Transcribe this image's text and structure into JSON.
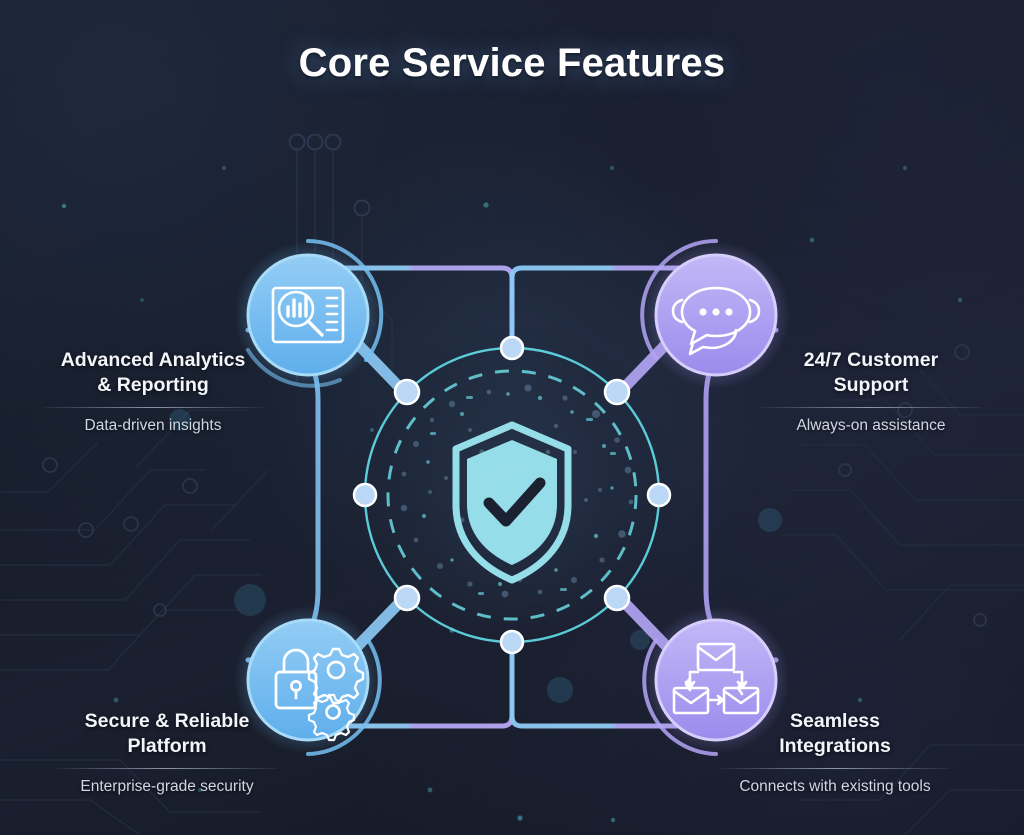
{
  "header": {
    "title": "Core Service Features"
  },
  "theme": {
    "background": "#141823",
    "blue": "#6EB9F0",
    "blue_light": "#93CDF5",
    "purple": "#A99BF0",
    "purple_light": "#C3B8F7",
    "cyan_ring": "#6FE3EC",
    "shield": "#9CE7F2",
    "title_color": "#ffffff",
    "subtitle_color": "#cfd7e4"
  },
  "center": {
    "icon": "shield-check-icon",
    "ring_style": "solid-outer-dashed-inner"
  },
  "features": [
    {
      "id": "analytics",
      "title": "Advanced Analytics\n& Reporting",
      "title_line1": "Advanced Analytics",
      "title_line2": "& Reporting",
      "subtitle": "Data-driven insights",
      "icon": "analytics-chart-search-icon",
      "color": "#6EB9F0",
      "position": "top-left"
    },
    {
      "id": "support",
      "title": "24/7 Customer\nSupport",
      "title_line1": "24/7 Customer",
      "title_line2": "Support",
      "subtitle": "Always-on assistance",
      "icon": "chat-bubbles-icon",
      "color": "#A99BF0",
      "position": "top-right"
    },
    {
      "id": "secure",
      "title": "Secure & Reliable\nPlatform",
      "title_line1": "Secure & Reliable",
      "title_line2": "Platform",
      "subtitle": "Enterprise-grade security",
      "icon": "lock-gears-icon",
      "color": "#6EB9F0",
      "position": "bottom-left"
    },
    {
      "id": "integrations",
      "title": "Seamless\nIntegrations",
      "title_line1": "Seamless",
      "title_line2": "Integrations",
      "subtitle": "Connects with existing tools",
      "icon": "envelopes-flow-icon",
      "color": "#A99BF0",
      "position": "bottom-right"
    }
  ]
}
